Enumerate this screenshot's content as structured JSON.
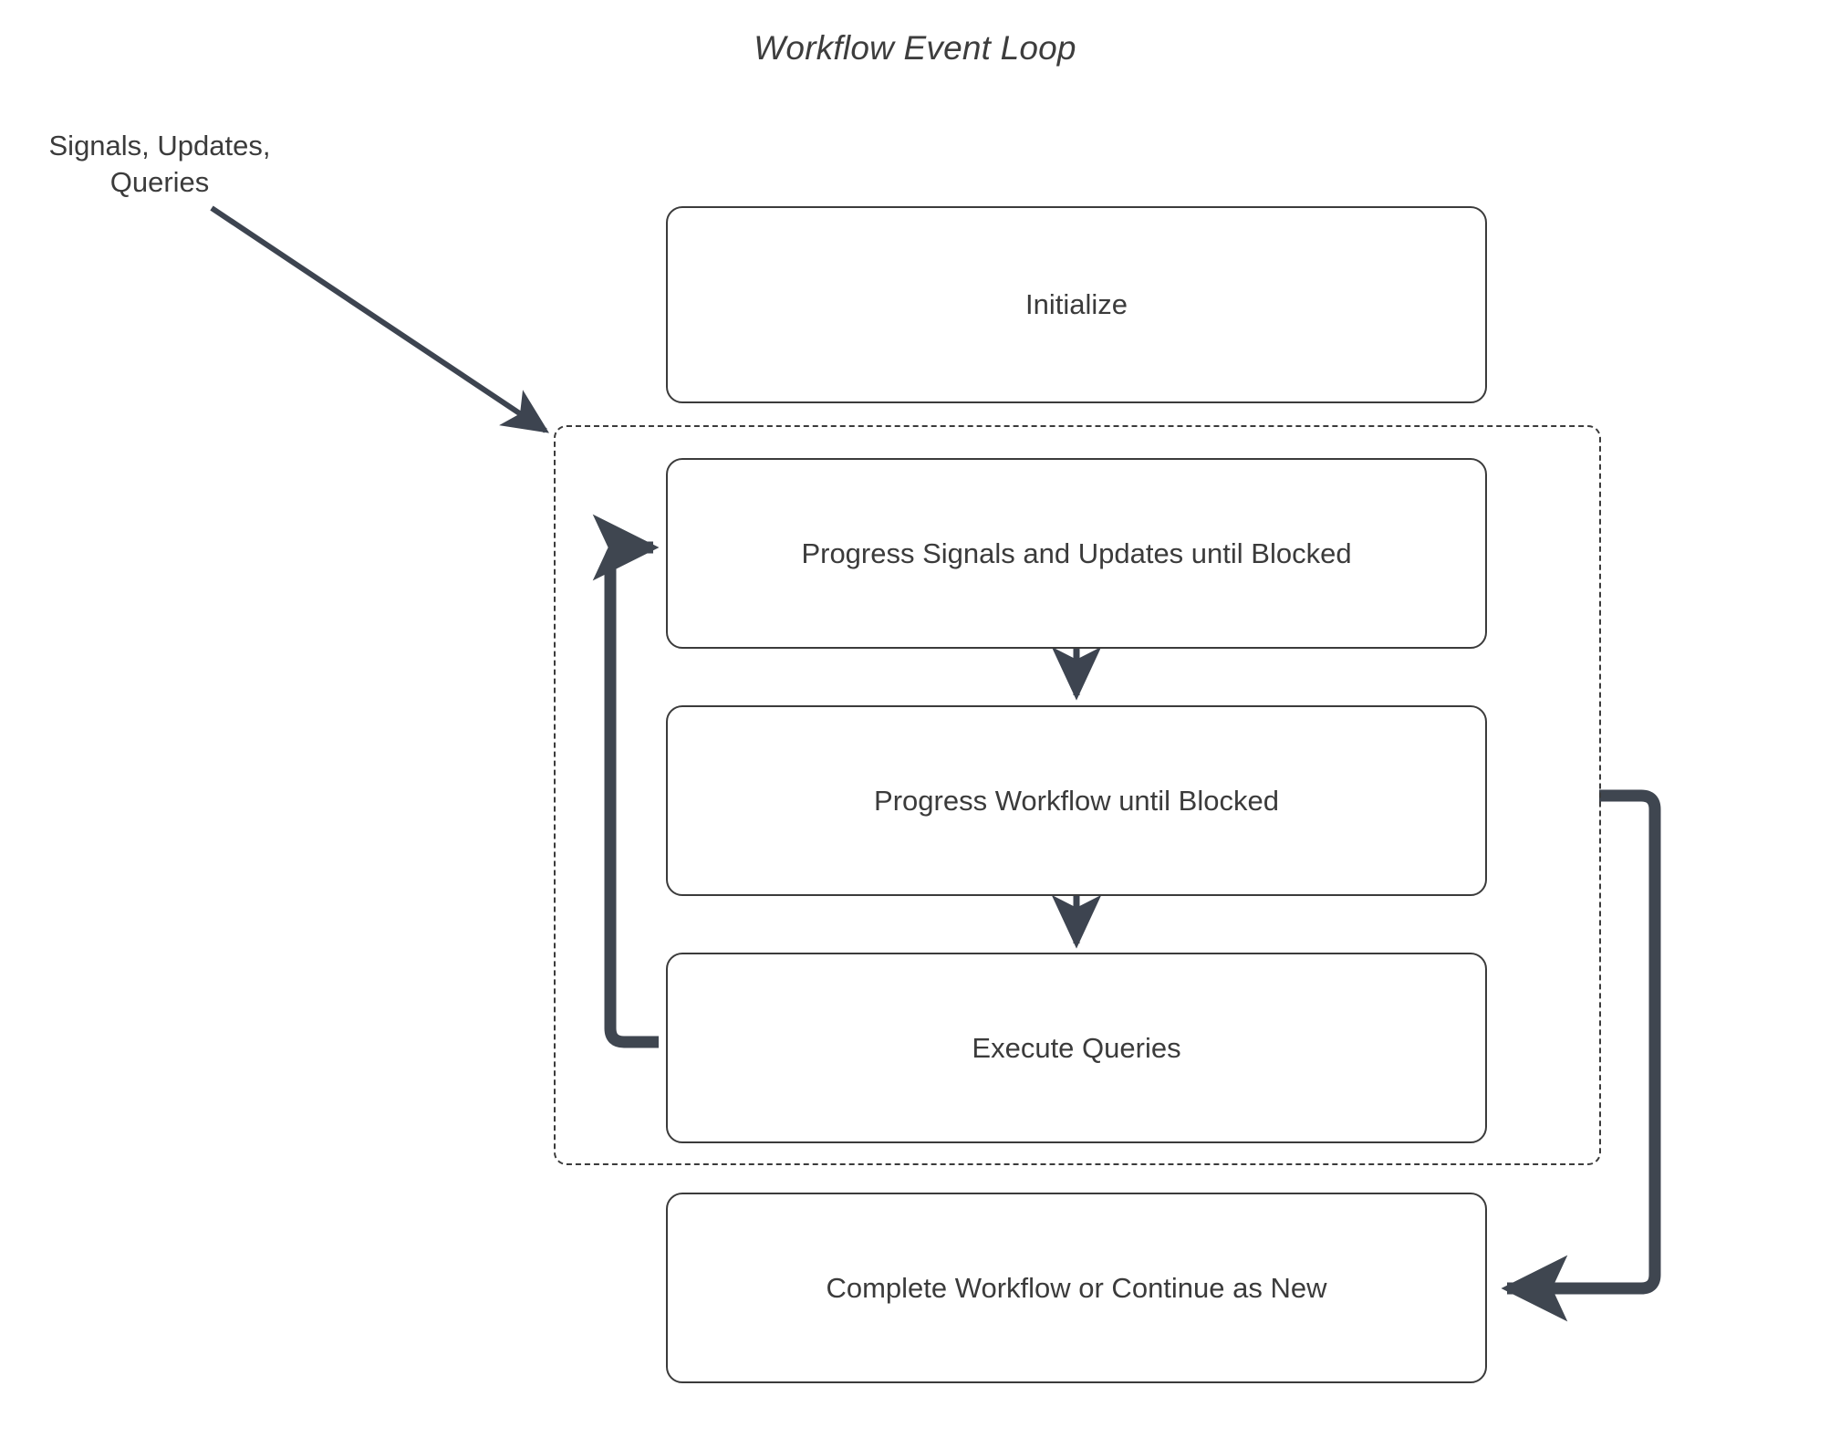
{
  "diagram": {
    "title": "Workflow Event Loop",
    "type": "flowchart",
    "colors": {
      "node_border": "#3b3b3b",
      "node_fill": "#ffffff",
      "text": "#3b3b3b",
      "edge_thin": "#3d4450",
      "edge_thick": "#3f4650",
      "cluster_border": "#3b3b3b",
      "background": "#ffffff"
    },
    "external_label": "Signals, Updates,\nQueries",
    "cluster": {
      "name": "event-loop-cluster",
      "style": "dashed",
      "label": ""
    },
    "nodes": [
      {
        "id": "initialize",
        "label": "Initialize"
      },
      {
        "id": "progress-signals",
        "label": "Progress Signals and Updates until Blocked"
      },
      {
        "id": "progress-workflow",
        "label": "Progress Workflow until Blocked"
      },
      {
        "id": "execute-queries",
        "label": "Execute Queries"
      },
      {
        "id": "complete-workflow",
        "label": "Complete Workflow or Continue as New"
      }
    ],
    "edges": [
      {
        "from": "external-signals",
        "to": "event-loop-cluster",
        "label": "",
        "style": "thin-diagonal"
      },
      {
        "from": "progress-signals",
        "to": "progress-workflow",
        "label": "",
        "style": "thin-down"
      },
      {
        "from": "progress-workflow",
        "to": "execute-queries",
        "label": "",
        "style": "thin-down"
      },
      {
        "from": "execute-queries",
        "to": "progress-signals",
        "label": "",
        "style": "thick-loop-left"
      },
      {
        "from": "event-loop-cluster",
        "to": "complete-workflow",
        "label": "",
        "style": "thick-loop-right"
      }
    ]
  }
}
